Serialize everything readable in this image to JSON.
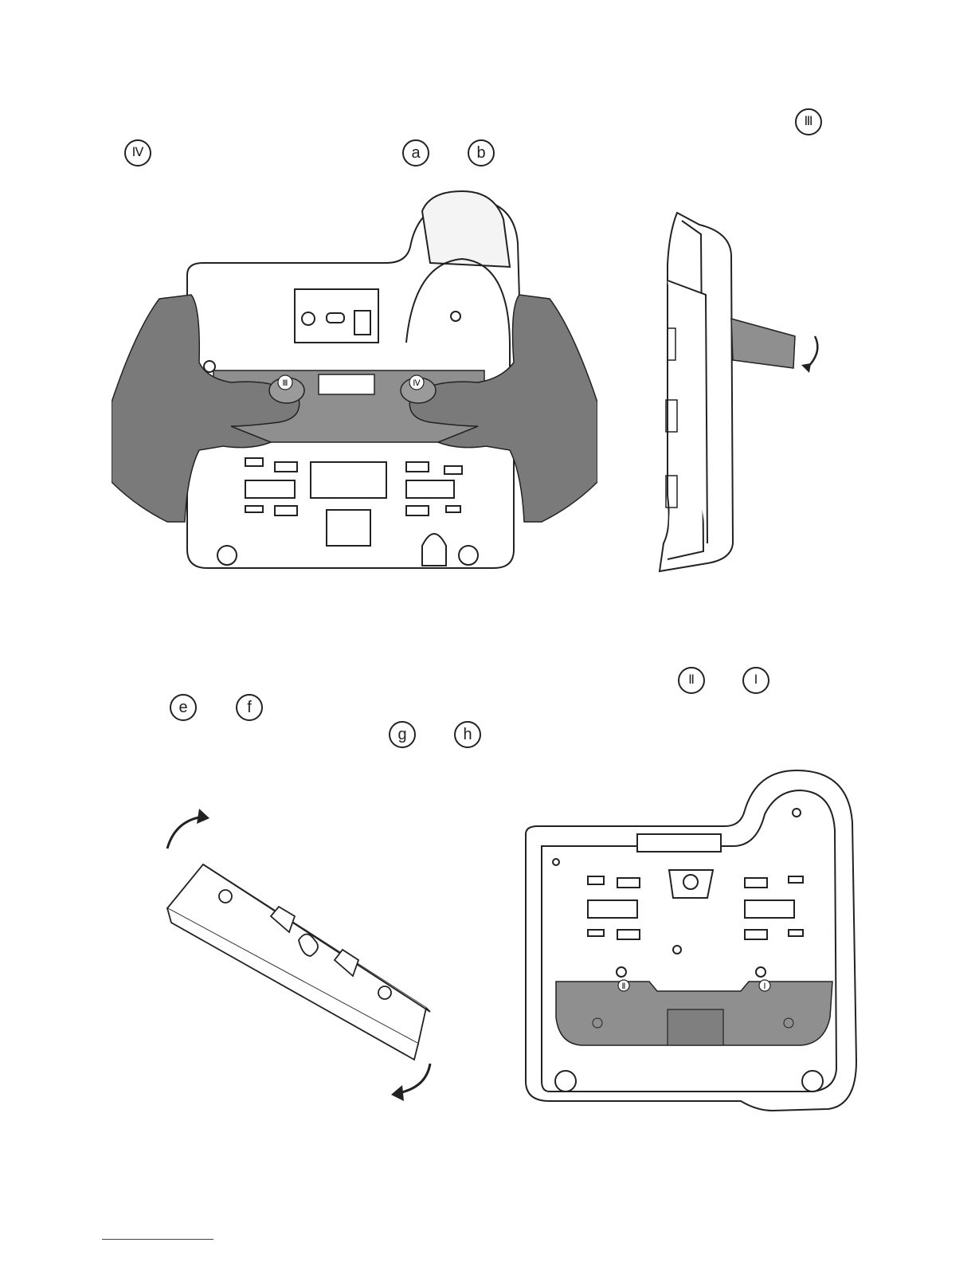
{
  "step1": {
    "markers": [
      "Ⅲ",
      "Ⅳ",
      "a",
      "b"
    ]
  },
  "figure1": {
    "slot_labels": [
      "Ⅲ",
      "Ⅳ"
    ]
  },
  "step2": {
    "markers": [
      "Ⅱ",
      "Ⅰ",
      "e",
      "f",
      "g",
      "h"
    ]
  },
  "figure4": {
    "slot_labels": [
      "Ⅱ",
      "Ⅰ"
    ]
  },
  "colors": {
    "shade": "#8f8f8f",
    "skin": "#7a7a7a",
    "line": "#222222",
    "footer_rule": "#1f3fbf"
  }
}
